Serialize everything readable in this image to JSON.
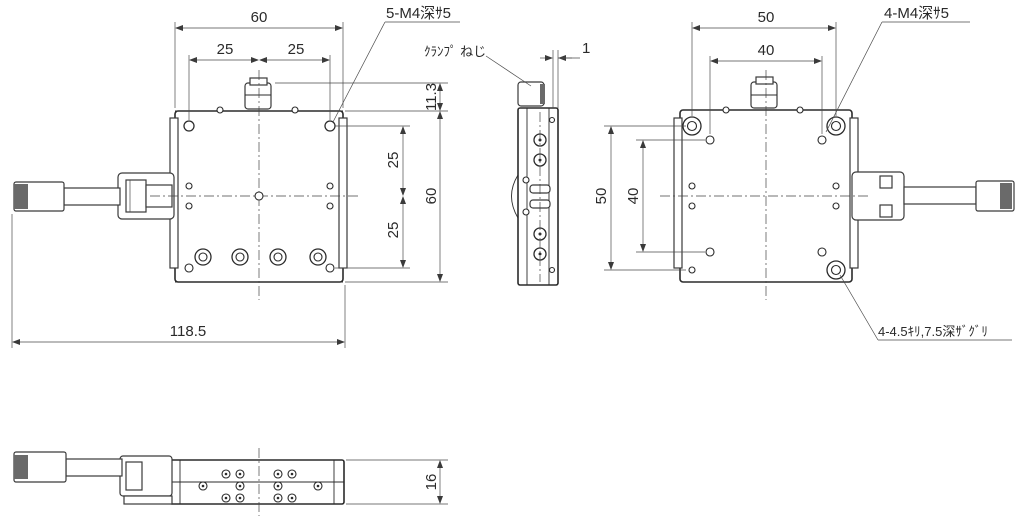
{
  "labels": {
    "top_width": "60",
    "top_pitch_left": "25",
    "top_pitch_right": "25",
    "top_holes": "5-M4深ｻ5",
    "left_offset": "11.3",
    "left_pitch_upper": "25",
    "left_pitch_lower": "25",
    "left_height": "60",
    "total_length": "118.5",
    "clamp_screw": "ｸﾗﾝﾌﾟ ねじ",
    "clamp_gap": "1",
    "bottom_width": "50",
    "bottom_pitch": "40",
    "bottom_holes": "4-M4深ｻ5",
    "right_height": "50",
    "right_pitch": "40",
    "counterbore": "4-4.5ｷﾘ,7.5深ｻﾞｸﾞﾘ",
    "side_height": "16"
  }
}
